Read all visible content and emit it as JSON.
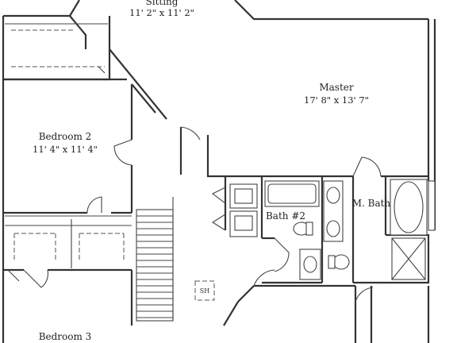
{
  "rooms": {
    "sitting": {
      "name": "Sitting",
      "dims": "11' 2\" x 11' 2\""
    },
    "master": {
      "name": "Master",
      "dims": "17' 8\" x 13' 7\""
    },
    "bedroom2": {
      "name": "Bedroom 2",
      "dims": "11' 4\" x 11' 4\""
    },
    "bedroom3": {
      "name": "Bedroom 3"
    },
    "bath2": {
      "name": "Bath #2"
    },
    "mbath": {
      "name": "M. Bath"
    }
  },
  "symbols": {
    "shower_head": "SH"
  }
}
